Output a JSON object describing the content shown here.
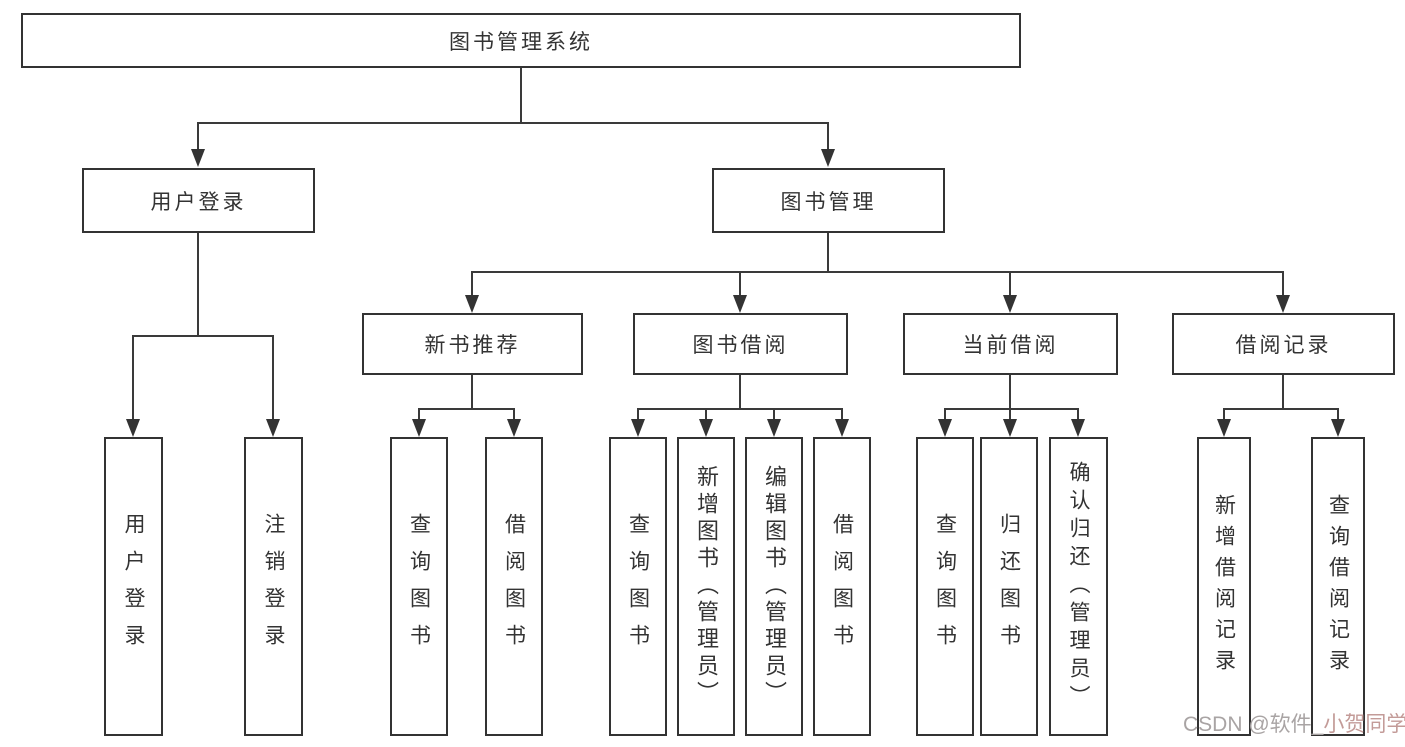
{
  "diagram": {
    "type": "tree",
    "nodes": {
      "root": "图书管理系统",
      "level2": {
        "user_login": "用户登录",
        "book_management": "图书管理"
      },
      "level3": {
        "new_book_recommend": "新书推荐",
        "book_borrow": "图书借阅",
        "current_borrow": "当前借阅",
        "borrow_records": "借阅记录"
      },
      "leaves": {
        "login": "用户登录",
        "logout": "注销登录",
        "nb_query_books": "查询图书",
        "nb_borrow_books": "借阅图书",
        "bb_query_books": "查询图书",
        "bb_add_books_admin": "新增图书（管理员）",
        "bb_edit_books_admin": "编辑图书（管理员）",
        "bb_borrow_books": "借阅图书",
        "cb_query_books": "查询图书",
        "cb_return_books": "归还图书",
        "cb_confirm_return_admin": "确认归还（管理员）",
        "br_add_record": "新增借阅记录",
        "br_query_record": "查询借阅记录"
      }
    },
    "edges": [
      [
        "root",
        "user_login"
      ],
      [
        "root",
        "book_management"
      ],
      [
        "user_login",
        "login"
      ],
      [
        "user_login",
        "logout"
      ],
      [
        "book_management",
        "new_book_recommend"
      ],
      [
        "book_management",
        "book_borrow"
      ],
      [
        "book_management",
        "current_borrow"
      ],
      [
        "book_management",
        "borrow_records"
      ],
      [
        "new_book_recommend",
        "nb_query_books"
      ],
      [
        "new_book_recommend",
        "nb_borrow_books"
      ],
      [
        "book_borrow",
        "bb_query_books"
      ],
      [
        "book_borrow",
        "bb_add_books_admin"
      ],
      [
        "book_borrow",
        "bb_edit_books_admin"
      ],
      [
        "book_borrow",
        "bb_borrow_books"
      ],
      [
        "current_borrow",
        "cb_query_books"
      ],
      [
        "current_borrow",
        "cb_return_books"
      ],
      [
        "current_borrow",
        "cb_confirm_return_admin"
      ],
      [
        "borrow_records",
        "br_add_record"
      ],
      [
        "borrow_records",
        "br_query_record"
      ]
    ]
  },
  "watermark": {
    "part1": "CSDN @软件_",
    "part2": "小贺同学"
  },
  "colors": {
    "background": "#ffffff",
    "box_border": "#333333",
    "line": "#3a3a3a",
    "text": "#333333",
    "watermark_gray": "#a9a4a4",
    "watermark_red": "#c39b98"
  }
}
